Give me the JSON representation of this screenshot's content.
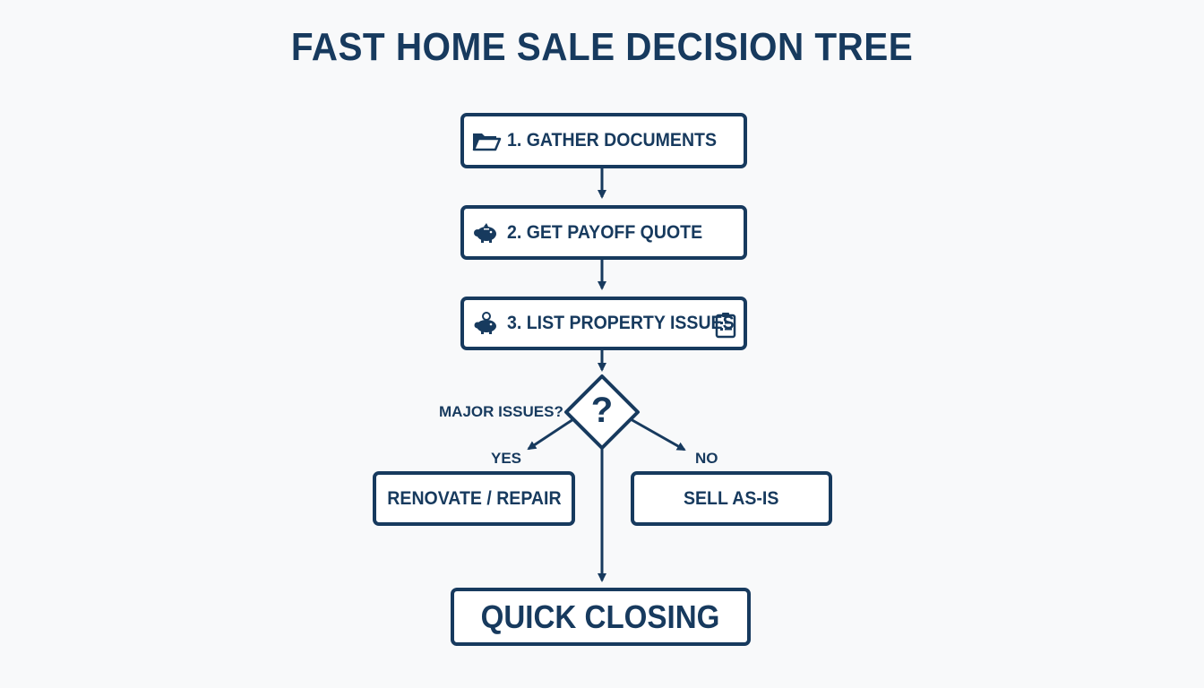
{
  "title": "FAST HOME SALE DECISION TREE",
  "steps": [
    {
      "label": "1. GATHER DOCUMENTS",
      "icon": "folder-icon"
    },
    {
      "label": "2. GET PAYOFF QUOTE",
      "icon": "piggy-bank-icon"
    },
    {
      "label": "3. LIST PROPERTY ISSUES",
      "icon": "piggy-bank-coin-icon",
      "trailing_icon": "clipboard-checklist-icon"
    }
  ],
  "decision": {
    "question": "MAJOR ISSUES?",
    "symbol": "?",
    "yes_label": "YES",
    "no_label": "NO"
  },
  "outcomes": {
    "yes": "RENOVATE / REPAIR",
    "no": "SELL AS-IS"
  },
  "final": "QUICK CLOSING",
  "colors": {
    "primary": "#173a5e",
    "background": "#f8f9fa",
    "box_fill": "#ffffff"
  }
}
